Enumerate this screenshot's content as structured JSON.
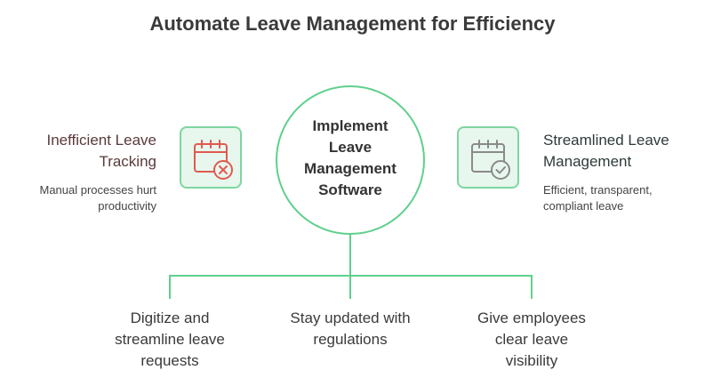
{
  "title": "Automate Leave Management for Efficiency",
  "left": {
    "heading_line1": "Inefficient Leave",
    "heading_line2": "Tracking",
    "sub_line1": "Manual processes hurt",
    "sub_line2": "productivity",
    "icon": "calendar-x-icon"
  },
  "center": {
    "line1": "Implement",
    "line2": "Leave",
    "line3": "Management",
    "line4": "Software"
  },
  "right": {
    "heading_line1": "Streamlined Leave",
    "heading_line2": "Management",
    "sub_line1": "Efficient, transparent,",
    "sub_line2": "compliant leave",
    "icon": "calendar-check-icon"
  },
  "branches": [
    {
      "line1": "Digitize and",
      "line2": "streamline leave",
      "line3": "requests"
    },
    {
      "line1": "Stay updated with",
      "line2": "regulations"
    },
    {
      "line1": "Give employees",
      "line2": "clear leave",
      "line3": "visibility"
    }
  ],
  "colors": {
    "accent_green": "#5fd08d",
    "box_fill": "#e8f7ee",
    "icon_red": "#e05a4f",
    "icon_gray": "#8a8a8a"
  }
}
